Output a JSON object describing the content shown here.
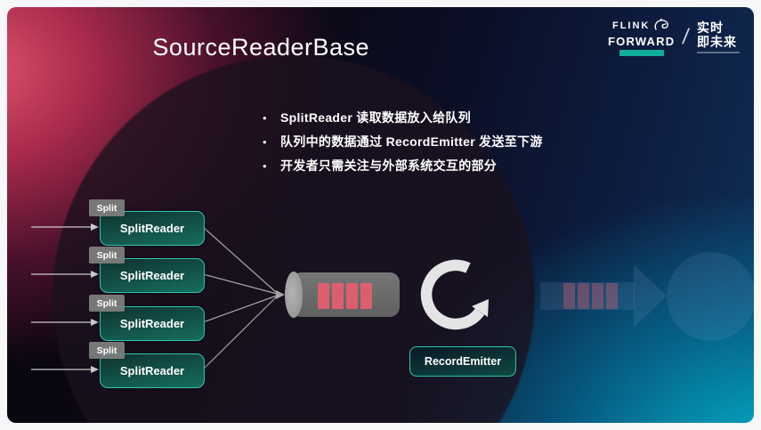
{
  "header": {
    "title": "SourceReaderBase"
  },
  "logo": {
    "flink": "FLINK",
    "forward": "FORWARD",
    "slash": "/",
    "cn_top": "实时",
    "cn_bottom": "即未来"
  },
  "ui": {
    "bullet_char": "•"
  },
  "bullets": [
    {
      "text": "SplitReader 读取数据放入给队列"
    },
    {
      "text": "队列中的数据通过 RecordEmitter 发送至下游"
    },
    {
      "text": "开发者只需关注与外部系统交互的部分"
    }
  ],
  "diagram": {
    "readers": [
      {
        "tag": "Split",
        "label": "SplitReader"
      },
      {
        "tag": "Split",
        "label": "SplitReader"
      },
      {
        "tag": "Split",
        "label": "SplitReader"
      },
      {
        "tag": "Split",
        "label": "SplitReader"
      }
    ],
    "record_emitter": "RecordEmitter",
    "queue_slots": 4
  },
  "colors": {
    "teal_border": "#2fc5b0",
    "queue_bar_red": "#dd5f6d",
    "accent_pink": "#d84868",
    "accent_cyan": "#00a9c4",
    "badge_teal": "#0fae9b"
  }
}
